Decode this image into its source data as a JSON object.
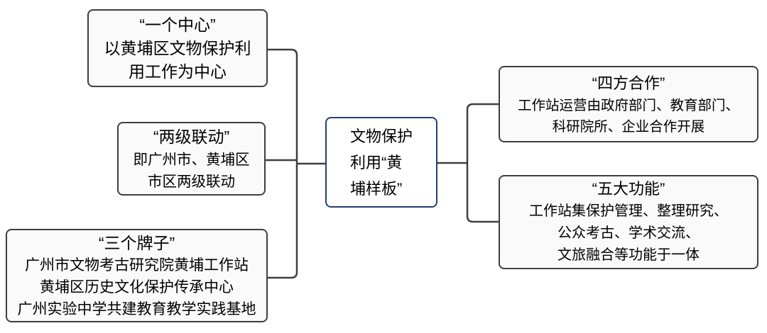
{
  "colors": {
    "background": "#FFFFFF",
    "node_fill": "#FAFAFA",
    "node_border": "#3F3F3F",
    "center_border": "#24406E",
    "connector": "#3F3F3F",
    "text": "#000000"
  },
  "center_node": {
    "lines": [
      "文物保护",
      "利用“黄",
      "埔样板”"
    ]
  },
  "left_nodes": [
    {
      "title": "“一个中心”",
      "lines": [
        "以黄埔区文物保护利",
        "用工作为中心"
      ]
    },
    {
      "title": "“两级联动”",
      "lines": [
        "即广州市、黄埔区",
        "市区两级联动"
      ]
    },
    {
      "title": "“三个牌子”",
      "lines": [
        "广州市文物考古研究院黄埔工作站",
        "黄埔区历史文化保护传承中心",
        "广州实验中学共建教育教学实践基地"
      ]
    }
  ],
  "right_nodes": [
    {
      "title": "“四方合作”",
      "lines": [
        "工作站运营由政府部门、教育部门、",
        "科研院所、企业合作开展"
      ]
    },
    {
      "title": "“五大功能”",
      "lines": [
        "工作站集保护管理、整理研究、",
        "公众考古、学术交流、",
        "文旅融合等功能于一体"
      ]
    }
  ]
}
